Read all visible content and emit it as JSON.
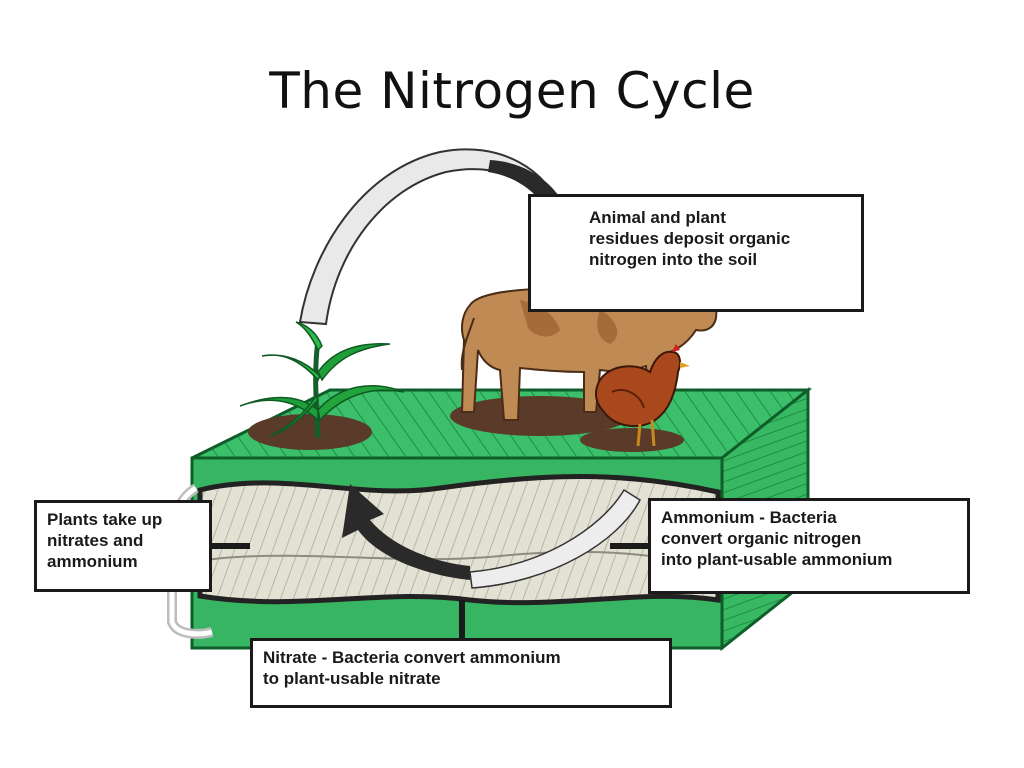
{
  "title": "The Nitrogen Cycle",
  "labels": {
    "residues": [
      "Animal and plant",
      "residues deposit organic",
      "nitrogen into the soil"
    ],
    "plants": [
      "Plants take up",
      "nitrates and",
      "ammonium"
    ],
    "ammonium": [
      "Ammonium - Bacteria",
      "convert organic nitrogen",
      "into plant-usable ammonium"
    ],
    "nitrate": [
      "Nitrate - Bacteria convert ammonium",
      "to plant-usable nitrate"
    ]
  },
  "colors": {
    "grass": "#2fb35a",
    "grass_dark": "#14803a",
    "soil_layer": "#d8d6c8",
    "dirt": "#5a3a28",
    "cow": "#c08a55",
    "hen": "#a8481c",
    "plant": "#1f9e3a",
    "arrow": "#222222"
  },
  "icons": [
    "plant-icon",
    "cow-icon",
    "chicken-icon",
    "curved-arrow-icon"
  ]
}
